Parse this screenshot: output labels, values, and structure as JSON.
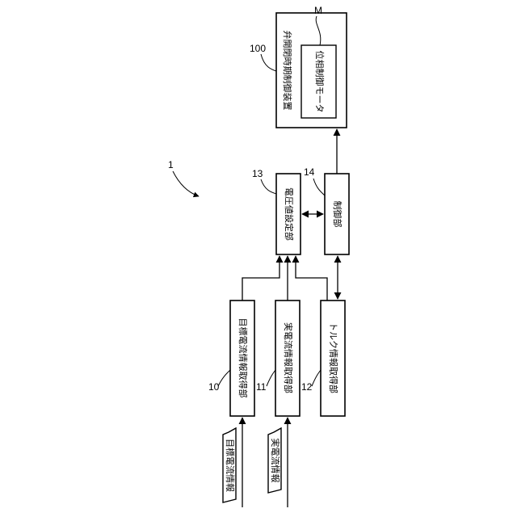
{
  "labels": {
    "system_ref": "1",
    "device": "弁開閉時期制御装置",
    "device_ref": "100",
    "motor": "位相制御モータ",
    "motor_ref": "M",
    "voltage": "電圧値設定部",
    "voltage_ref": "13",
    "control": "制御部",
    "control_ref": "14",
    "target_acq": "目標電流情報取得部",
    "target_ref": "10",
    "actual_acq": "実電流情報取得部",
    "actual_ref": "11",
    "torque_acq": "トルク情報取得部",
    "torque_ref": "12",
    "target_input": "目標電流情報",
    "actual_input": "実電流情報"
  }
}
